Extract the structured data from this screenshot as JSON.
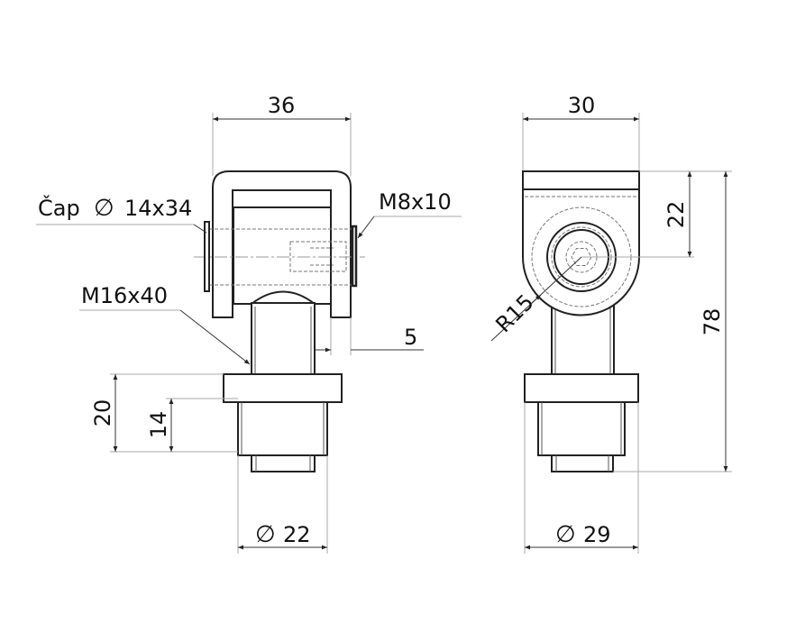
{
  "front_view": {
    "width_dim": "36",
    "pin_label": "Čap",
    "pin_diameter_symbol": "∅",
    "pin_size": "14x34",
    "screw_label": "M8x10",
    "bolt_label": "M16x40",
    "gap_dim": "5",
    "height_total_dim": "20",
    "thread_height_dim": "14",
    "diameter_symbol": "∅",
    "diameter_dim": "22"
  },
  "side_view": {
    "width_dim": "30",
    "center_height_dim": "22",
    "total_height_dim": "78",
    "radius_dim": "R15",
    "diameter_symbol": "∅",
    "diameter_dim": "29"
  }
}
